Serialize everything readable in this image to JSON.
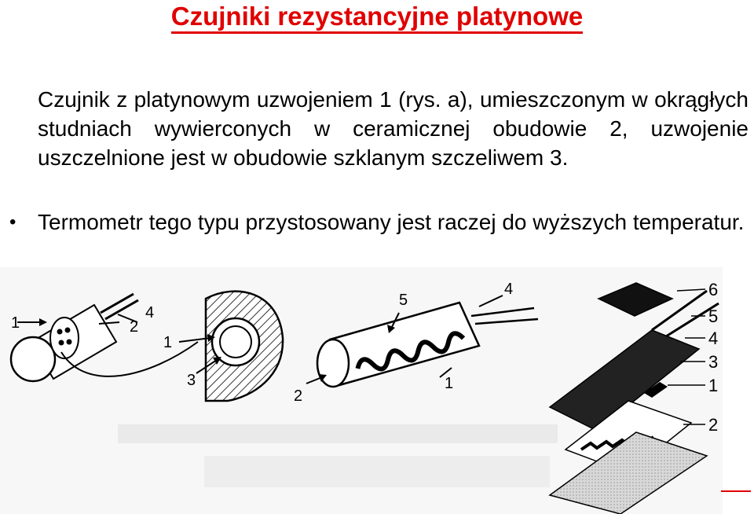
{
  "slide": {
    "title": "Czujniki rezystancyjne platynowe",
    "paragraph1": "Czujnik z platynowym uzwojeniem 1 (rys. a), umieszczonym w okrągłych studniach wywierconych w ceramicznej obudowie 2, uzwojenie uszczelnione jest w obudowie szklanym szczeliwem 3.",
    "bullet_symbol": "•",
    "paragraph2": "Termometr tego typu przystosowany jest raczej do wyższych temperatur."
  },
  "figure": {
    "left_labels": [
      "1",
      "4",
      "2",
      "1",
      "3"
    ],
    "middle_labels": [
      "4",
      "5",
      "2",
      "1"
    ],
    "right_labels": [
      "6",
      "5",
      "4",
      "3",
      "1",
      "2"
    ]
  }
}
